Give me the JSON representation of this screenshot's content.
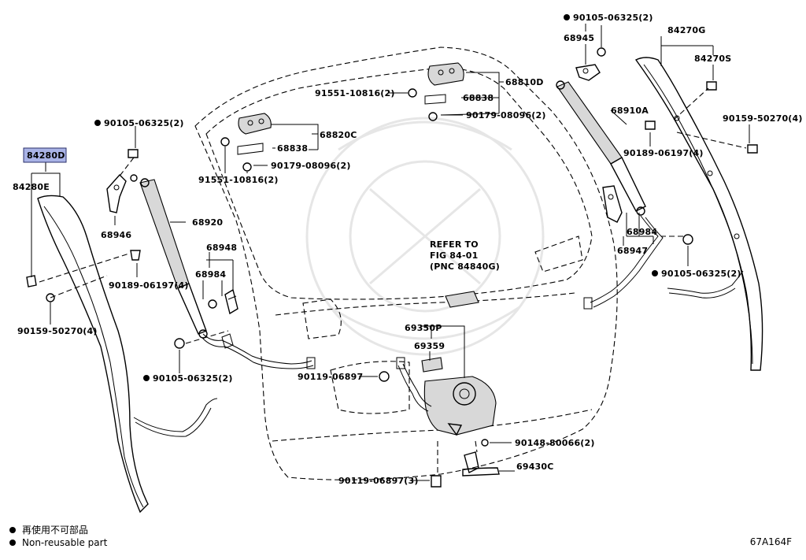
{
  "highlight_color": "#a9b3e6",
  "parts": {
    "p84280D": "84280D",
    "p84280E": "84280E",
    "p68946": "68946",
    "p68920": "68920",
    "p68948": "68948",
    "p68984_left": "68984",
    "p68820C": "68820C",
    "p68838_left": "68838",
    "p68810D": "68810D",
    "p68838_right": "68838",
    "p68945": "68945",
    "p84270G": "84270G",
    "p84270S": "84270S",
    "p68910A": "68910A",
    "p68984_right": "68984",
    "p68947": "68947",
    "p69350P": "69350P",
    "p69359": "69359",
    "p69430C": "69430C"
  },
  "fasteners": {
    "f90105_top_left": "90105-06325(2)",
    "f90189_left": "90189-06197(4)",
    "f90159_left": "90159-50270(4)",
    "f90105_bottom_left": "90105-06325(2)",
    "f91551_left": "91551-10816(2)",
    "f90179_left": "90179-08096(2)",
    "f91551_right": "91551-10816(2)",
    "f90179_right": "90179-08096(2)",
    "f90105_top_right": "90105-06325(2)",
    "f90159_right": "90159-50270(4)",
    "f90189_right": "90189-06197(4)",
    "f90105_mid_right": "90105-06325(2)",
    "f90119_mid": "90119-06897",
    "f90148": "90148-80066(2)",
    "f90119_bottom": "90119-06897(3)"
  },
  "refer_note": {
    "line1": "REFER TO",
    "line2": "FIG 84-01",
    "line3": "(PNC 84840G)"
  },
  "legend": {
    "jp": "再使用不可部品",
    "en": "Non-reusable part"
  },
  "diagram_code": "67A164F"
}
